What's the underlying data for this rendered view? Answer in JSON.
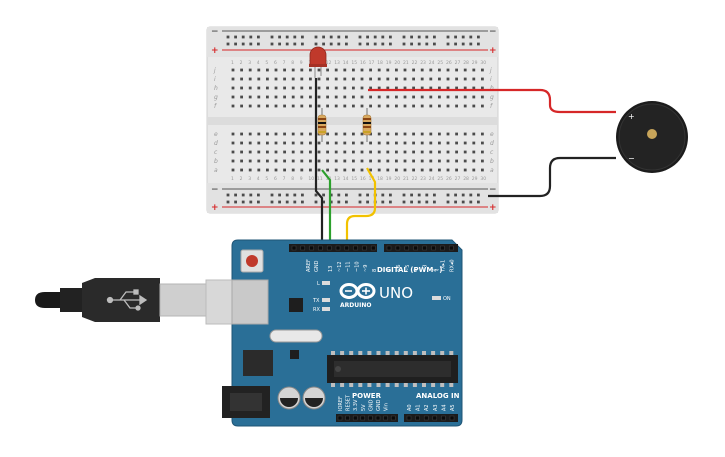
{
  "breadboard": {
    "rail_plus": "+",
    "rail_minus": "−",
    "row_letters_top": [
      "j",
      "i",
      "h",
      "g",
      "f"
    ],
    "row_letters_bottom": [
      "e",
      "d",
      "c",
      "b",
      "a"
    ],
    "column_numbers": [
      "1",
      "2",
      "3",
      "4",
      "5",
      "6",
      "7",
      "8",
      "9",
      "10",
      "11",
      "12",
      "13",
      "14",
      "15",
      "16",
      "17",
      "18",
      "19",
      "20",
      "21",
      "22",
      "23",
      "24",
      "25",
      "26",
      "27",
      "28",
      "29",
      "30"
    ]
  },
  "buzzer": {
    "plus_label": "+",
    "minus_label": "−"
  },
  "arduino": {
    "aref_label": "AREF",
    "gnd_label": "GND",
    "digital_pins": [
      "13",
      "~12",
      "~11",
      "~10",
      "~9",
      "8",
      "7",
      "~6",
      "~5",
      "4",
      "~3",
      "2",
      "TX▸1",
      "RX◂0"
    ],
    "digital_title": "DIGITAL (PWM~)",
    "l_label": "L",
    "tx_label": "TX",
    "rx_label": "RX",
    "brand": "ARDUINO",
    "model": "UNO",
    "on_label": "ON",
    "power_title": "POWER",
    "analog_title": "ANALOG IN",
    "power_pins": [
      "IOREF",
      "RESET",
      "3.3V",
      "5V",
      "GND",
      "GND",
      "Vin"
    ],
    "analog_pins": [
      "A0",
      "A1",
      "A2",
      "A3",
      "A4",
      "A5"
    ]
  },
  "colors": {
    "board_blue": "#2a6f97",
    "breadboard": "#e9e9e9",
    "wire_red": "#d62728",
    "wire_black": "#222222",
    "wire_green": "#2ca02c",
    "wire_yellow": "#f2c200",
    "led_red": "#c0392b"
  },
  "icons": [
    "usb-icon",
    "infinity-logo-icon"
  ]
}
